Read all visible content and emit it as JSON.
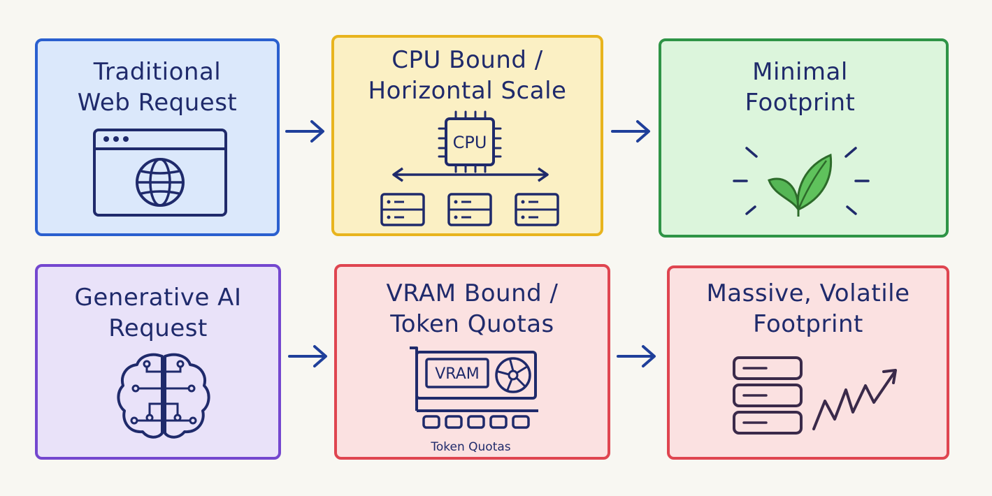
{
  "colors": {
    "ink": "#1f2a6b",
    "blue": "#2a5fcf",
    "blue_fill": "#dbe8fb",
    "yellow": "#e8b41e",
    "yellow_fill": "#fbf0c4",
    "green": "#2e9446",
    "green_fill": "#dcf5dc",
    "purple": "#7447cf",
    "purple_fill": "#e9e2f9",
    "red": "#df4550",
    "red_fill": "#fbe1e1"
  },
  "cards": {
    "web_request": {
      "line1": "Traditional",
      "line2": "Web Request",
      "icon": "browser-globe-icon"
    },
    "cpu_bound": {
      "line1": "CPU  Bound /",
      "line2": "Horizontal Scale",
      "chip_label": "CPU",
      "icon": "cpu-servers-icon"
    },
    "minimal": {
      "line1": "Minimal",
      "line2": "Footprint",
      "icon": "leaf-icon"
    },
    "genai_request": {
      "line1": "Generative  AI",
      "line2": "Request",
      "icon": "brain-circuit-icon"
    },
    "vram_bound": {
      "line1": "VRAM  Bound /",
      "line2": "Token  Quotas",
      "gpu_label": "VRAM",
      "caption": "Token Quotas",
      "icon": "gpu-card-icon"
    },
    "massive": {
      "line1": "Massive, Volatile",
      "line2": "Footprint",
      "icon": "server-spike-icon"
    }
  }
}
